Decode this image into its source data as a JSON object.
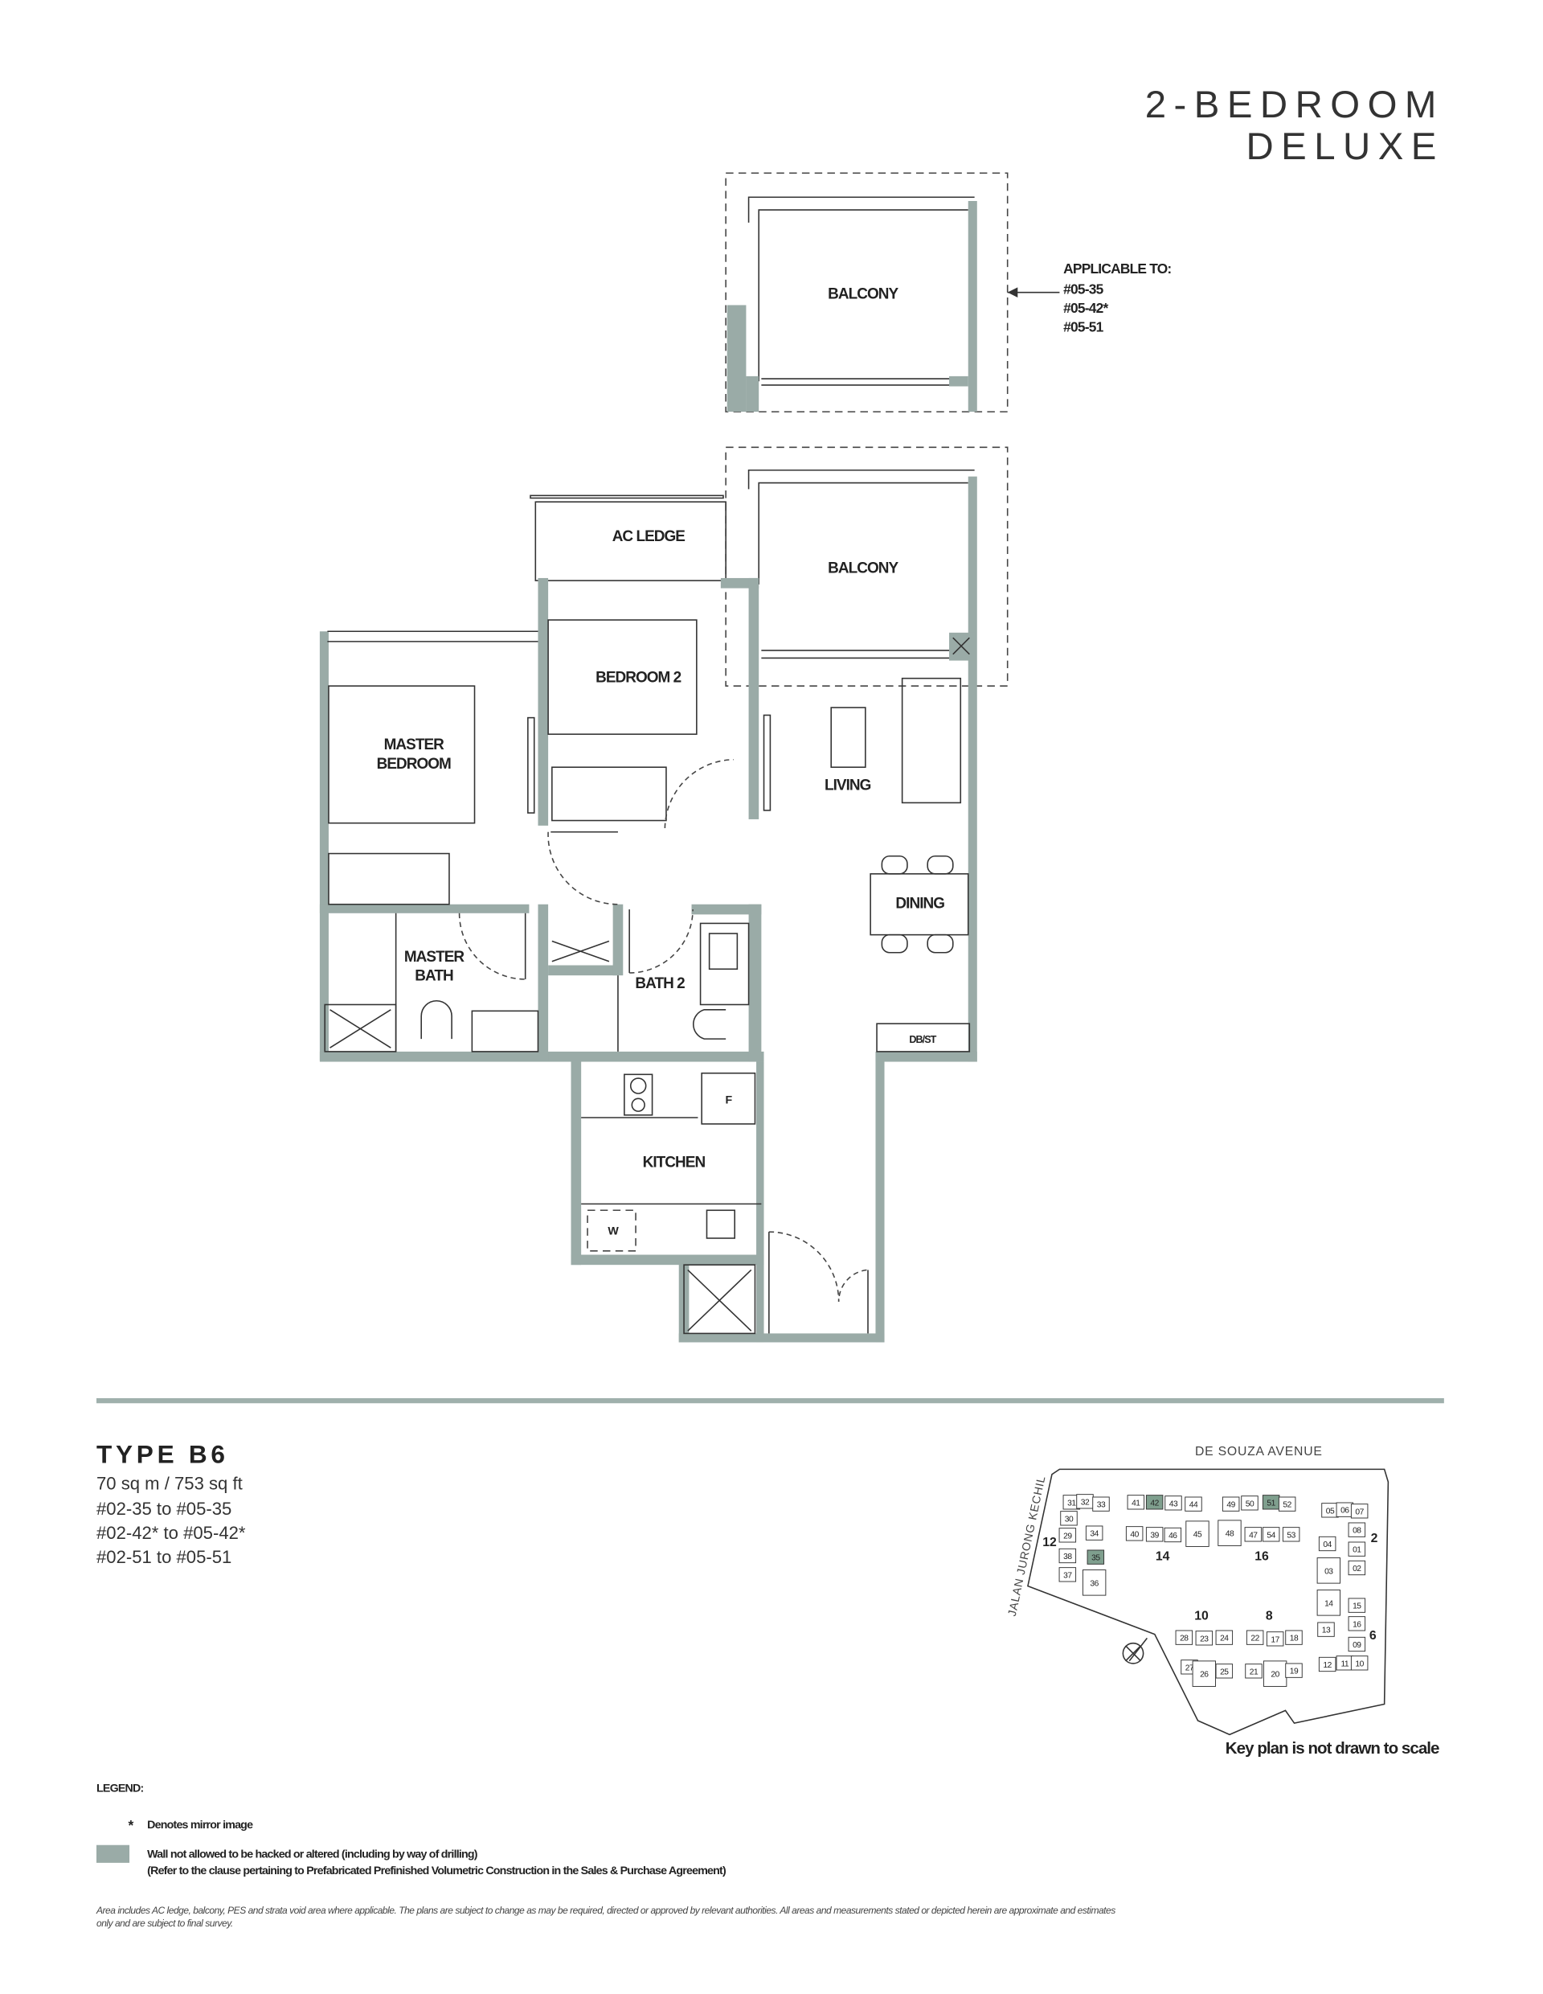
{
  "header": {
    "title_line1": "2-BEDROOM",
    "title_line2": "DELUXE"
  },
  "applicable": {
    "label": "APPLICABLE TO:",
    "units": [
      "#05-35",
      "#05-42*",
      "#05-51"
    ]
  },
  "rooms": {
    "balcony_alt": "BALCONY",
    "balcony": "BALCONY",
    "ac_ledge": "AC LEDGE",
    "bedroom2": "BEDROOM 2",
    "master_bedroom_1": "MASTER",
    "master_bedroom_2": "BEDROOM",
    "living": "LIVING",
    "dining": "DINING",
    "master_bath_1": "MASTER",
    "master_bath_2": "BATH",
    "bath2": "BATH 2",
    "dbst": "DB/ST",
    "kitchen": "KITCHEN",
    "fridge": "F",
    "washer": "W"
  },
  "unit_info": {
    "type": "TYPE B6",
    "area": "70 sq m / 753 sq ft",
    "ranges": [
      "#02-35 to #05-35",
      "#02-42* to #05-42*",
      "#02-51 to #05-51"
    ]
  },
  "key_plan": {
    "road_top": "DE SOUZA AVENUE",
    "road_left": "JALAN JURONG KECHIL",
    "note": "Key plan is not drawn to scale",
    "highlight_color": "#7f9f8e",
    "highlighted_units": [
      "35",
      "42",
      "51"
    ],
    "blocks": [
      "12",
      "14",
      "16",
      "2",
      "6",
      "10",
      "8"
    ],
    "units": [
      "31",
      "32",
      "33",
      "30",
      "29",
      "34",
      "38",
      "35",
      "37",
      "36",
      "41",
      "42",
      "43",
      "44",
      "40",
      "39",
      "46",
      "45",
      "49",
      "50",
      "51",
      "52",
      "48",
      "47",
      "54",
      "53",
      "05",
      "06",
      "07",
      "08",
      "04",
      "01",
      "03",
      "02",
      "14",
      "15",
      "13",
      "16",
      "09",
      "12",
      "11",
      "10",
      "28",
      "23",
      "24",
      "27",
      "26",
      "25",
      "22",
      "17",
      "18",
      "21",
      "20",
      "19"
    ]
  },
  "legend": {
    "title": "LEGEND:",
    "mirror_symbol": "*",
    "mirror_text": "Denotes mirror image",
    "wall_text_1": "Wall not allowed to be hacked or altered (including by way of drilling)",
    "wall_text_2": "(Refer to the clause pertaining to Prefabricated Prefinished Volumetric Construction in the Sales & Purchase Agreement)",
    "wall_color": "#9aaba7"
  },
  "footnote": {
    "line1": "Area includes AC ledge, balcony, PES and strata void area where applicable. The plans are subject to change as may be required, directed or approved by relevant authorities. All areas and measurements stated or depicted herein are approximate and estimates",
    "line2": "only and are subject to final survey."
  }
}
